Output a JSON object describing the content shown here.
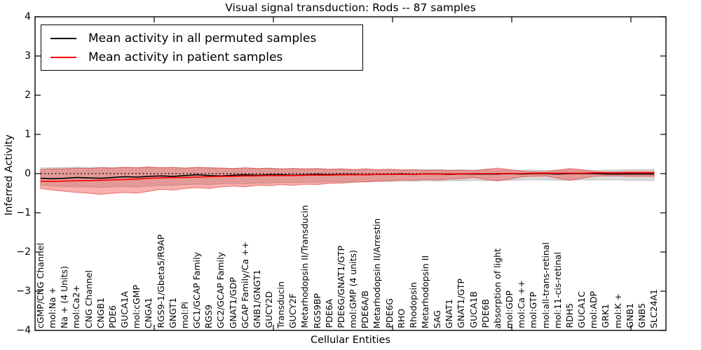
{
  "title": "Visual signal transduction: Rods -- 87 samples",
  "axes": {
    "x_label": "Cellular Entities",
    "y_label": "Inferred Activity",
    "y_ticks": [
      "4",
      "3",
      "2",
      "1",
      "0",
      "−1",
      "−2",
      "−3",
      "−4"
    ]
  },
  "legend": {
    "items": [
      {
        "label": "Mean activity in all permuted samples",
        "color": "#000000"
      },
      {
        "label": "Mean activity in patient samples",
        "color": "#ff0000"
      }
    ]
  },
  "chart_data": {
    "type": "line",
    "title": "Visual signal transduction: Rods -- 87 samples",
    "xlabel": "Cellular Entities",
    "ylabel": "Inferred Activity",
    "ylim": [
      -4,
      4
    ],
    "grid": false,
    "legend_position": "upper left",
    "categories": [
      "cGMP/CNG Channel",
      "mol:Na +",
      "Na + (4 Units)",
      "mol:Ca2+",
      "CNG Channel",
      "CNGB1",
      "PDE6",
      "GUCA1A",
      "mol:cGMP",
      "CNGA1",
      "RGS9-1/Gbeta5/R9AP",
      "GNGT1",
      "mol:Pi",
      "GC1/GCAP Family",
      "RGS9",
      "GC2/GCAP Family",
      "GNAT1/GDP",
      "GCAP Family/Ca ++",
      "GNB1/GNGT1",
      "GUCY2D",
      "Transducin",
      "GUCY2F",
      "Metarhodopsin II/Transducin",
      "RGS9BP",
      "PDE6A",
      "PDE6G/GNAT1/GTP",
      "mol:GMP (4 units)",
      "PDE6A/B",
      "Metarhodopsin II/Arrestin",
      "PDE6G",
      "RHO",
      "Rhodopsin",
      "Metarhodopsin II",
      "SAG",
      "GNAT1",
      "GNAT1/GTP",
      "GUCA1B",
      "PDE6B",
      "absorption of light",
      "mol:GDP",
      "mol:Ca ++",
      "mol:GTP",
      "mol:all-trans-retinal",
      "mol:11-cis-retinal",
      "RDH5",
      "GUCA1C",
      "mol:ADP",
      "GRK1",
      "mol:K +",
      "GNB1",
      "GNB5",
      "SLC24A1"
    ],
    "baseline": {
      "y": 0,
      "style": "dotted",
      "color": "#000000"
    },
    "series": [
      {
        "name": "Mean activity in all permuted samples",
        "color": "#000000",
        "style": "solid",
        "values": [
          -0.12,
          -0.13,
          -0.12,
          -0.1,
          -0.11,
          -0.12,
          -0.1,
          -0.08,
          -0.09,
          -0.07,
          -0.06,
          -0.07,
          -0.05,
          -0.03,
          -0.05,
          -0.06,
          -0.04,
          -0.03,
          -0.04,
          -0.03,
          -0.03,
          -0.04,
          -0.03,
          -0.02,
          -0.03,
          -0.02,
          -0.02,
          -0.03,
          -0.02,
          -0.02,
          -0.01,
          -0.02,
          -0.01,
          -0.01,
          -0.02,
          -0.01,
          -0.01,
          -0.01,
          -0.01,
          0.0,
          -0.01,
          0.0,
          0.0,
          -0.01,
          0.0,
          0.0,
          0.0,
          -0.01,
          -0.01,
          -0.01,
          -0.01,
          -0.01
        ]
      },
      {
        "name": "Mean activity in patient samples",
        "color": "#ff0000",
        "style": "solid",
        "values": [
          -0.2,
          -0.2,
          -0.19,
          -0.18,
          -0.18,
          -0.17,
          -0.16,
          -0.15,
          -0.14,
          -0.12,
          -0.11,
          -0.1,
          -0.1,
          -0.09,
          -0.08,
          -0.07,
          -0.07,
          -0.06,
          -0.06,
          -0.05,
          -0.05,
          -0.05,
          -0.04,
          -0.04,
          -0.04,
          -0.03,
          -0.03,
          -0.03,
          -0.02,
          -0.02,
          -0.02,
          -0.02,
          -0.01,
          -0.01,
          -0.01,
          -0.01,
          0.0,
          0.0,
          0.0,
          0.0,
          0.0,
          0.01,
          0.01,
          0.01,
          0.01,
          0.01,
          0.02,
          0.02,
          0.02,
          0.02,
          0.02,
          0.02
        ]
      }
    ],
    "bands": [
      {
        "name": "permuted-samples-range",
        "fill": "#bbbbbb",
        "fill_opacity": 0.55,
        "edge": "#aaaaaa",
        "edge_opacity": 0.7,
        "top": [
          0.14,
          0.15,
          0.15,
          0.16,
          0.15,
          0.16,
          0.15,
          0.16,
          0.15,
          0.16,
          0.15,
          0.15,
          0.14,
          0.15,
          0.14,
          0.14,
          0.13,
          0.14,
          0.13,
          0.13,
          0.12,
          0.13,
          0.12,
          0.12,
          0.11,
          0.12,
          0.11,
          0.11,
          0.1,
          0.11,
          0.1,
          0.1,
          0.1,
          0.1,
          0.09,
          0.1,
          0.09,
          0.1,
          0.09,
          0.09,
          0.09,
          0.09,
          0.08,
          0.09,
          0.09,
          0.09,
          0.08,
          0.09,
          0.09,
          0.1,
          0.1,
          0.11
        ],
        "bottom": [
          -0.3,
          -0.32,
          -0.33,
          -0.34,
          -0.34,
          -0.35,
          -0.34,
          -0.33,
          -0.34,
          -0.32,
          -0.3,
          -0.3,
          -0.28,
          -0.27,
          -0.28,
          -0.26,
          -0.25,
          -0.26,
          -0.24,
          -0.24,
          -0.22,
          -0.23,
          -0.22,
          -0.22,
          -0.21,
          -0.21,
          -0.2,
          -0.21,
          -0.2,
          -0.2,
          -0.19,
          -0.19,
          -0.18,
          -0.19,
          -0.18,
          -0.18,
          -0.17,
          -0.18,
          -0.17,
          -0.17,
          -0.16,
          -0.16,
          -0.16,
          -0.17,
          -0.17,
          -0.16,
          -0.16,
          -0.16,
          -0.16,
          -0.17,
          -0.17,
          -0.18
        ]
      },
      {
        "name": "patient-samples-range",
        "fill": "#f0423b",
        "fill_opacity": 0.42,
        "edge": "#e03b35",
        "edge_opacity": 0.65,
        "top": [
          0.1,
          0.12,
          0.12,
          0.14,
          0.13,
          0.15,
          0.14,
          0.16,
          0.15,
          0.17,
          0.15,
          0.16,
          0.14,
          0.16,
          0.15,
          0.14,
          0.13,
          0.15,
          0.13,
          0.14,
          0.12,
          0.13,
          0.12,
          0.13,
          0.11,
          0.12,
          0.1,
          0.12,
          0.1,
          0.11,
          0.09,
          0.1,
          0.08,
          0.09,
          0.08,
          0.08,
          0.07,
          0.11,
          0.14,
          0.1,
          0.06,
          0.05,
          0.04,
          0.09,
          0.13,
          0.1,
          0.05,
          0.04,
          0.04,
          0.05,
          0.05,
          0.05
        ],
        "bottom": [
          -0.38,
          -0.42,
          -0.45,
          -0.48,
          -0.5,
          -0.53,
          -0.5,
          -0.48,
          -0.5,
          -0.45,
          -0.4,
          -0.42,
          -0.38,
          -0.36,
          -0.38,
          -0.34,
          -0.32,
          -0.34,
          -0.3,
          -0.31,
          -0.28,
          -0.3,
          -0.27,
          -0.28,
          -0.25,
          -0.24,
          -0.22,
          -0.21,
          -0.19,
          -0.18,
          -0.16,
          -0.17,
          -0.15,
          -0.16,
          -0.14,
          -0.13,
          -0.1,
          -0.15,
          -0.19,
          -0.14,
          -0.08,
          -0.07,
          -0.06,
          -0.12,
          -0.17,
          -0.12,
          -0.07,
          -0.06,
          -0.06,
          -0.07,
          -0.07,
          -0.07
        ]
      }
    ]
  }
}
